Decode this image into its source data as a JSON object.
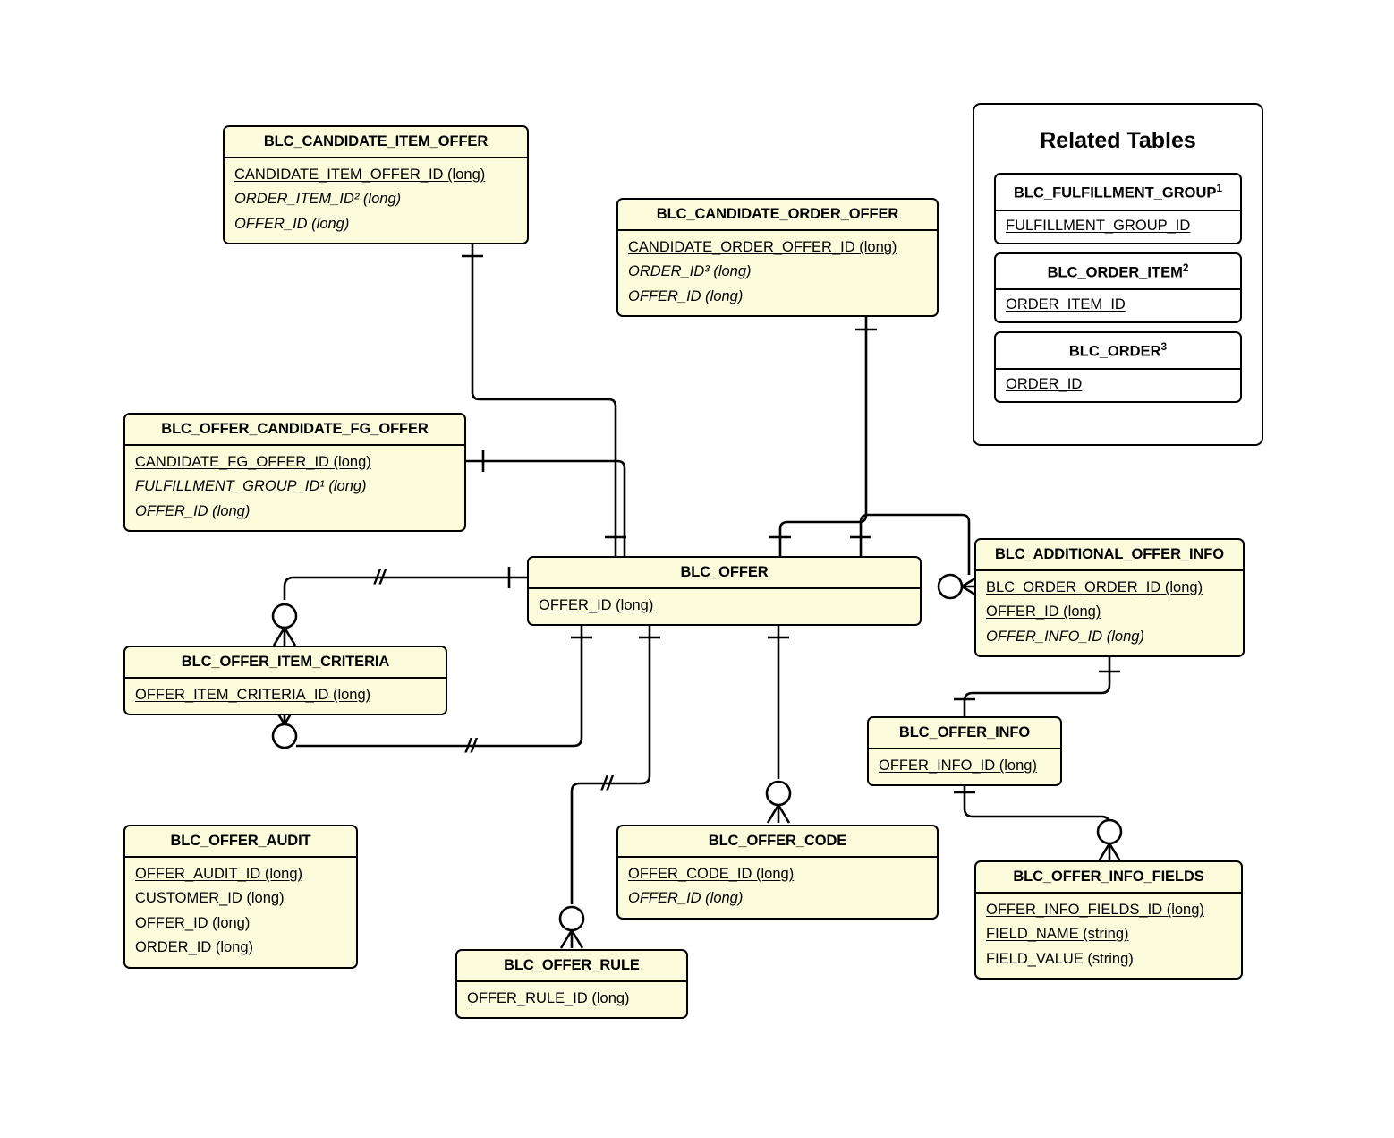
{
  "diagram": {
    "type": "entity-relationship-diagram",
    "notation": "crow's-foot",
    "colors": {
      "entity_fill": "#fcfbdc",
      "panel_fill": "#ffffff",
      "stroke": "#000000",
      "background": "#ffffff"
    }
  },
  "entities": {
    "candidate_item_offer": {
      "name": "BLC_CANDIDATE_ITEM_OFFER",
      "attrs": [
        {
          "text": "CANDIDATE_ITEM_OFFER_ID (long)",
          "key": "pk"
        },
        {
          "text": "ORDER_ITEM_ID² (long)",
          "key": "fk"
        },
        {
          "text": "OFFER_ID (long)",
          "key": "fk"
        }
      ]
    },
    "candidate_order_offer": {
      "name": "BLC_CANDIDATE_ORDER_OFFER",
      "attrs": [
        {
          "text": "CANDIDATE_ORDER_OFFER_ID (long)",
          "key": "pk"
        },
        {
          "text": "ORDER_ID³ (long)",
          "key": "fk"
        },
        {
          "text": "OFFER_ID (long)",
          "key": "fk"
        }
      ]
    },
    "offer_candidate_fg_offer": {
      "name": "BLC_OFFER_CANDIDATE_FG_OFFER",
      "attrs": [
        {
          "text": "CANDIDATE_FG_OFFER_ID (long)",
          "key": "pk"
        },
        {
          "text": "FULFILLMENT_GROUP_ID¹ (long)",
          "key": "fk"
        },
        {
          "text": "OFFER_ID (long)",
          "key": "fk"
        }
      ]
    },
    "offer": {
      "name": "BLC_OFFER",
      "attrs": [
        {
          "text": "OFFER_ID (long)",
          "key": "pk"
        }
      ]
    },
    "additional_offer_info": {
      "name": "BLC_ADDITIONAL_OFFER_INFO",
      "attrs": [
        {
          "text": "BLC_ORDER_ORDER_ID (long)",
          "key": "pk"
        },
        {
          "text": "OFFER_ID (long)",
          "key": "pk"
        },
        {
          "text": "OFFER_INFO_ID (long)",
          "key": "fk"
        }
      ]
    },
    "offer_item_criteria": {
      "name": "BLC_OFFER_ITEM_CRITERIA",
      "attrs": [
        {
          "text": "OFFER_ITEM_CRITERIA_ID (long)",
          "key": "pk"
        }
      ]
    },
    "offer_info": {
      "name": "BLC_OFFER_INFO",
      "attrs": [
        {
          "text": "OFFER_INFO_ID (long)",
          "key": "pk"
        }
      ]
    },
    "offer_audit": {
      "name": "BLC_OFFER_AUDIT",
      "attrs": [
        {
          "text": "OFFER_AUDIT_ID (long)",
          "key": "pk"
        },
        {
          "text": "CUSTOMER_ID (long)",
          "key": "plain"
        },
        {
          "text": "OFFER_ID (long)",
          "key": "plain"
        },
        {
          "text": "ORDER_ID (long)",
          "key": "plain"
        }
      ]
    },
    "offer_code": {
      "name": "BLC_OFFER_CODE",
      "attrs": [
        {
          "text": "OFFER_CODE_ID (long)",
          "key": "pk"
        },
        {
          "text": "OFFER_ID (long)",
          "key": "fk"
        }
      ]
    },
    "offer_info_fields": {
      "name": "BLC_OFFER_INFO_FIELDS",
      "attrs": [
        {
          "text": "OFFER_INFO_FIELDS_ID (long)",
          "key": "pk"
        },
        {
          "text": "FIELD_NAME (string)",
          "key": "pk"
        },
        {
          "text": "FIELD_VALUE (string)",
          "key": "plain"
        }
      ]
    },
    "offer_rule": {
      "name": "BLC_OFFER_RULE",
      "attrs": [
        {
          "text": "OFFER_RULE_ID (long)",
          "key": "pk"
        }
      ]
    }
  },
  "related_panel": {
    "title": "Related Tables",
    "tables": [
      {
        "name": "BLC_FULFILLMENT_GROUP",
        "superscript": "1",
        "attrs": [
          "FULFILLMENT_GROUP_ID"
        ]
      },
      {
        "name": "BLC_ORDER_ITEM",
        "superscript": "2",
        "attrs": [
          "ORDER_ITEM_ID"
        ]
      },
      {
        "name": "BLC_ORDER",
        "superscript": "3",
        "attrs": [
          "ORDER_ID"
        ]
      }
    ]
  },
  "relationships": [
    {
      "from": "offer",
      "to": "candidate_item_offer",
      "from_card": "one",
      "to_card": "one"
    },
    {
      "from": "offer",
      "to": "candidate_order_offer",
      "from_card": "one",
      "to_card": "one"
    },
    {
      "from": "offer",
      "to": "offer_candidate_fg_offer",
      "from_card": "one",
      "to_card": "one"
    },
    {
      "from": "offer",
      "to": "offer_item_criteria",
      "from_card": "one",
      "to_card": "zero-or-many",
      "marker": "//"
    },
    {
      "from": "offer",
      "to": "offer_item_criteria",
      "from_card": "one",
      "to_card": "zero-or-many",
      "marker": "//"
    },
    {
      "from": "offer",
      "to": "offer_rule",
      "from_card": "one",
      "to_card": "zero-or-many",
      "marker": "//"
    },
    {
      "from": "offer",
      "to": "offer_code",
      "from_card": "one",
      "to_card": "zero-or-many"
    },
    {
      "from": "offer",
      "to": "additional_offer_info",
      "from_card": "one",
      "to_card": "zero-or-many"
    },
    {
      "from": "additional_offer_info",
      "to": "offer_info",
      "from_card": "one",
      "to_card": "one"
    },
    {
      "from": "offer_info",
      "to": "offer_info_fields",
      "from_card": "one",
      "to_card": "zero-or-many"
    }
  ]
}
